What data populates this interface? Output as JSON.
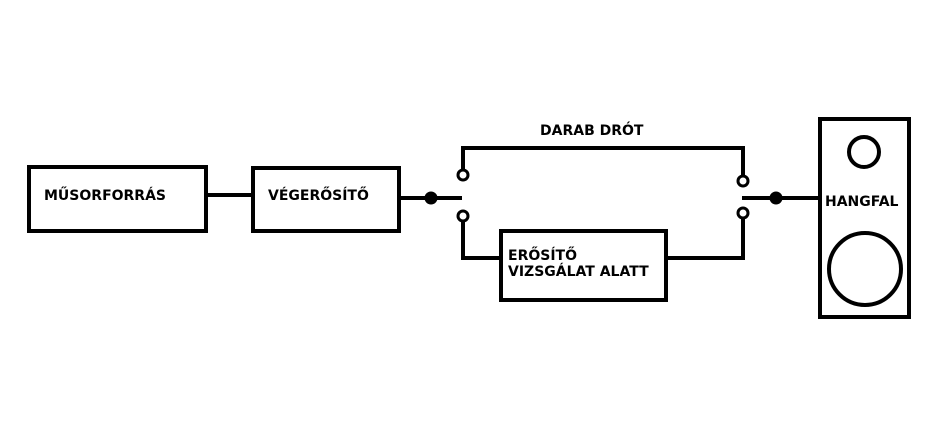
{
  "blocks": {
    "source": "MŰSORFORRÁS",
    "amplifier": "VÉGERŐSÍTŐ",
    "under_test_line1": "ERŐSÍTŐ",
    "under_test_line2": "VIZSGÁLAT ALATT",
    "speaker": "HANGFAL"
  },
  "paths": {
    "bypass_wire": "DARAB DRÓT"
  },
  "colors": {
    "line": "#000000",
    "background": "#ffffff"
  }
}
